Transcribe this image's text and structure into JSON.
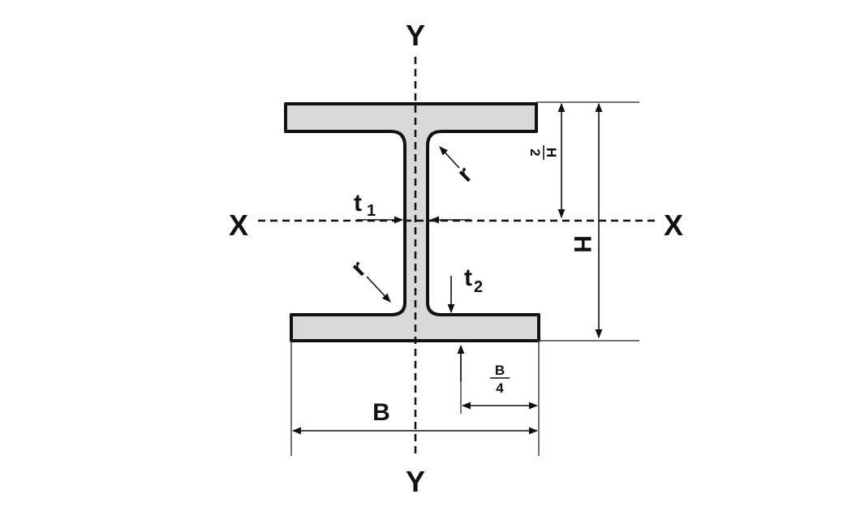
{
  "labels": {
    "axis_y_top": "Y",
    "axis_y_bottom": "Y",
    "axis_x_left": "X",
    "axis_x_right": "X",
    "web_thickness": {
      "base": "t",
      "sub": "1"
    },
    "flange_thickness": {
      "base": "t",
      "sub": "2"
    },
    "radius_upper": "r",
    "radius_lower": "r",
    "height": "H",
    "half_height": {
      "num": "H",
      "den": "2"
    },
    "width": "B",
    "quarter_width": {
      "num": "B",
      "den": "4"
    }
  },
  "colors": {
    "section_fill": "#d9d9d9",
    "outline": "#111111",
    "background": "#ffffff"
  }
}
